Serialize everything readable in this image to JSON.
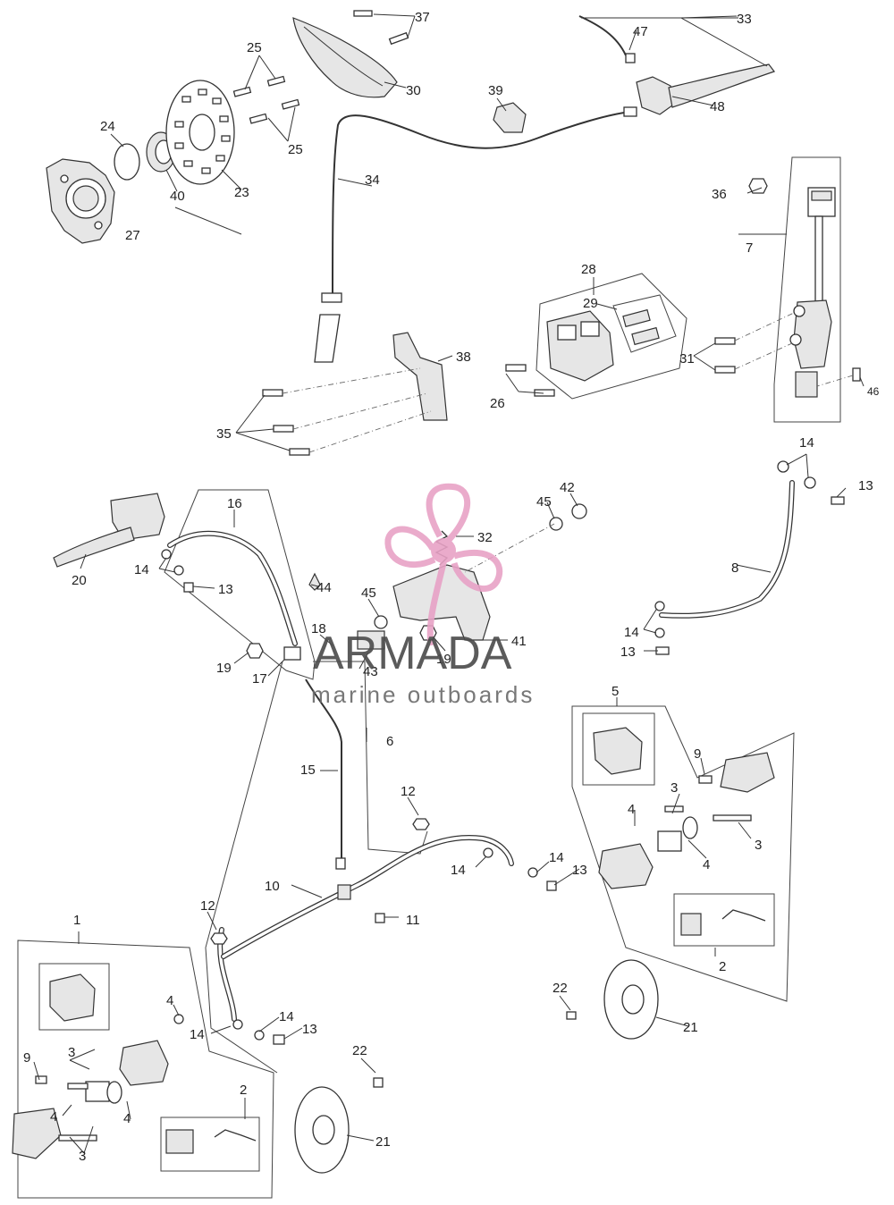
{
  "watermark": {
    "brand": "ARMADA",
    "tagline": "marine outboards",
    "color_pink": "#e8a2c6",
    "color_dark": "#4a4a4a"
  },
  "labels": {
    "l1": "1",
    "l2a": "2",
    "l2b": "2",
    "l3a": "3",
    "l3b": "3",
    "l3c": "3",
    "l3d": "3",
    "l4a": "4",
    "l4b": "4",
    "l4c": "4",
    "l4d": "4",
    "l4e": "4",
    "l5": "5",
    "l6": "6",
    "l7": "7",
    "l8": "8",
    "l9a": "9",
    "l9b": "9",
    "l10": "10",
    "l11": "11",
    "l12a": "12",
    "l12b": "12",
    "l13a": "13",
    "l13b": "13",
    "l13c": "13",
    "l13d": "13",
    "l13e": "13",
    "l14a": "14",
    "l14b": "14",
    "l14c": "14",
    "l14d": "14",
    "l14e": "14",
    "l14f": "14",
    "l14g": "14",
    "l15": "15",
    "l16": "16",
    "l17": "17",
    "l18": "18",
    "l19a": "19",
    "l19b": "19",
    "l20": "20",
    "l21a": "21",
    "l21b": "21",
    "l22a": "22",
    "l22b": "22",
    "l23": "23",
    "l24": "24",
    "l25a": "25",
    "l25b": "25",
    "l26": "26",
    "l27": "27",
    "l28": "28",
    "l29": "29",
    "l30": "30",
    "l31": "31",
    "l32": "32",
    "l33": "33",
    "l34": "34",
    "l35": "35",
    "l36": "36",
    "l37": "37",
    "l38": "38",
    "l39": "39",
    "l40": "40",
    "l41": "41",
    "l42": "42",
    "l43": "43",
    "l44": "44",
    "l45a": "45",
    "l45b": "45",
    "l46": "46",
    "l47": "47",
    "l48": "48"
  }
}
